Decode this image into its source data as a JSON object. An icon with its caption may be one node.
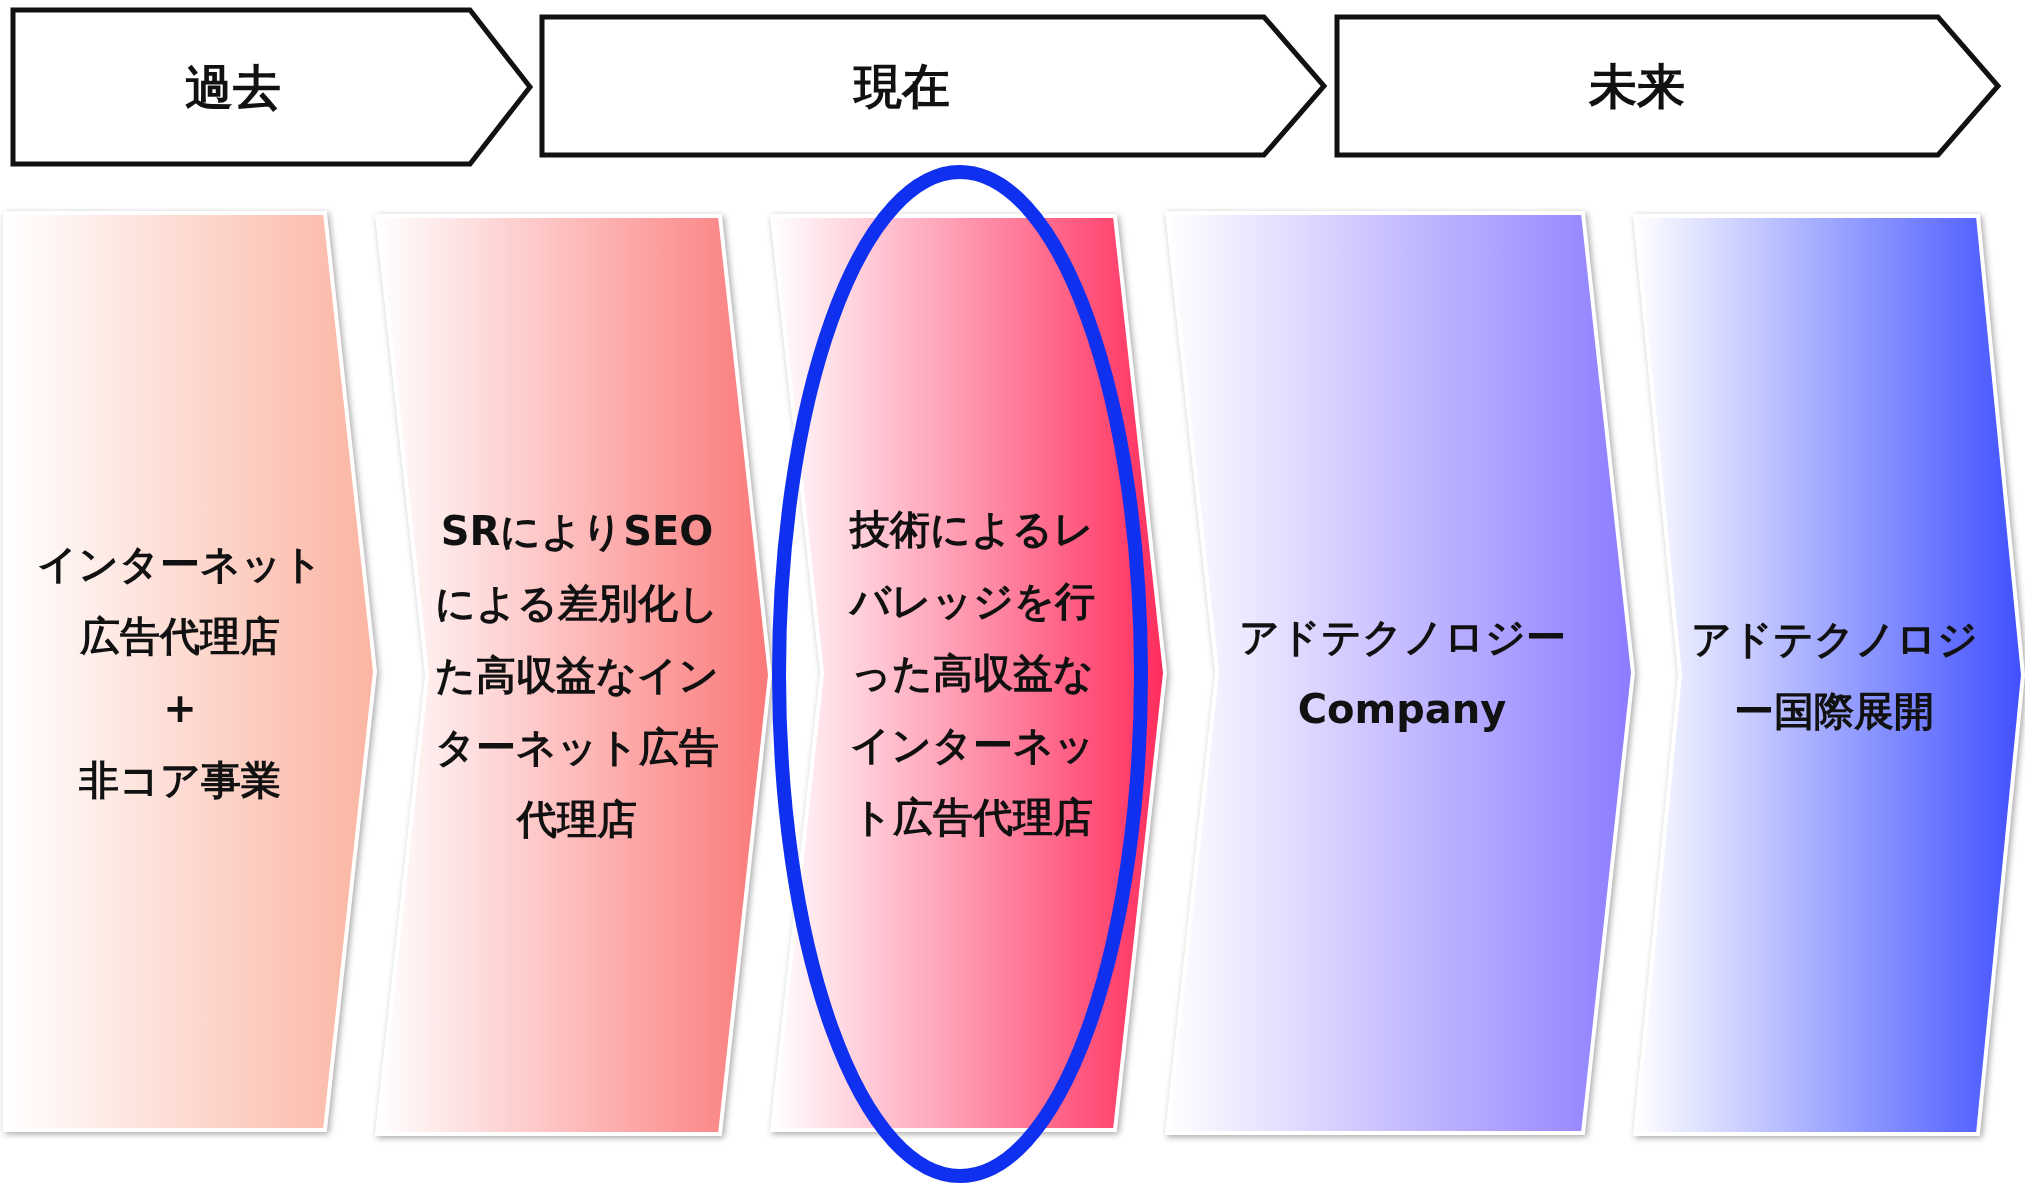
{
  "diagram": {
    "nodes": [
      {
        "text": [
          "過去"
        ]
      },
      {
        "text": [
          "現在"
        ]
      },
      {
        "text": [
          "未来"
        ]
      },
      {
        "text": [
          "インターネット広告代理店",
          "+",
          "非コア事業"
        ]
      },
      {
        "text": [
          "SRによりSEOによる差別化した高収益なインターネット広告代理店"
        ]
      },
      {
        "text": [
          "技術によるレバレッジを行った高収益なインターネット広告代理店"
        ]
      },
      {
        "text": [
          "アドテクノロジー Company"
        ]
      },
      {
        "text": [
          "アドテクノロジー国際展開"
        ]
      }
    ],
    "edges": []
  }
}
